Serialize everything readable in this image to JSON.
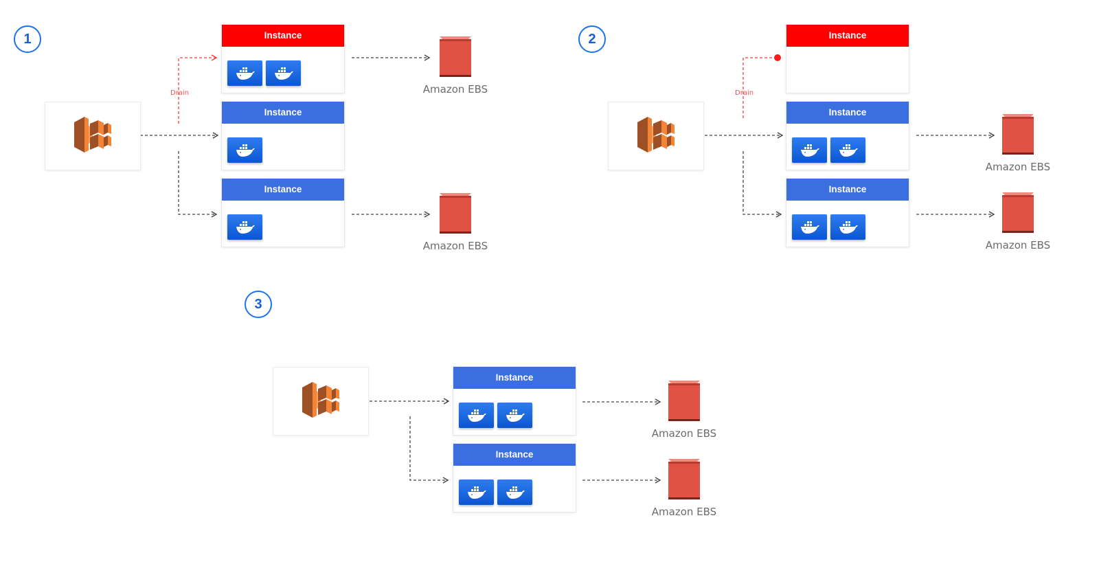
{
  "colors": {
    "instance_active": "#3b6fe0",
    "instance_draining": "#ff0000",
    "ebs": "#e05243",
    "ecs_orange": "#f58536",
    "badge_blue": "#1a73e8",
    "drain_arrow": "#ff3b3b"
  },
  "icons": {
    "ecs": "amazon-ecs-icon",
    "container": "docker-whale-icon",
    "volume": "amazon-ebs-icon"
  },
  "steps": [
    {
      "badge": "1",
      "drain_label": "Drain",
      "instances": [
        {
          "label": "Instance",
          "state": "draining",
          "containers": 2
        },
        {
          "label": "Instance",
          "state": "active",
          "containers": 1
        },
        {
          "label": "Instance",
          "state": "active",
          "containers": 1
        }
      ],
      "ebs": [
        {
          "label": "Amazon EBS"
        },
        {
          "label": "Amazon EBS"
        }
      ]
    },
    {
      "badge": "2",
      "drain_label": "Drain",
      "instances": [
        {
          "label": "Instance",
          "state": "draining",
          "containers": 0
        },
        {
          "label": "Instance",
          "state": "active",
          "containers": 2
        },
        {
          "label": "Instance",
          "state": "active",
          "containers": 2
        }
      ],
      "ebs": [
        {
          "label": "Amazon EBS"
        },
        {
          "label": "Amazon EBS"
        }
      ]
    },
    {
      "badge": "3",
      "instances": [
        {
          "label": "Instance",
          "state": "active",
          "containers": 2
        },
        {
          "label": "Instance",
          "state": "active",
          "containers": 2
        }
      ],
      "ebs": [
        {
          "label": "Amazon EBS"
        },
        {
          "label": "Amazon EBS"
        }
      ]
    }
  ]
}
